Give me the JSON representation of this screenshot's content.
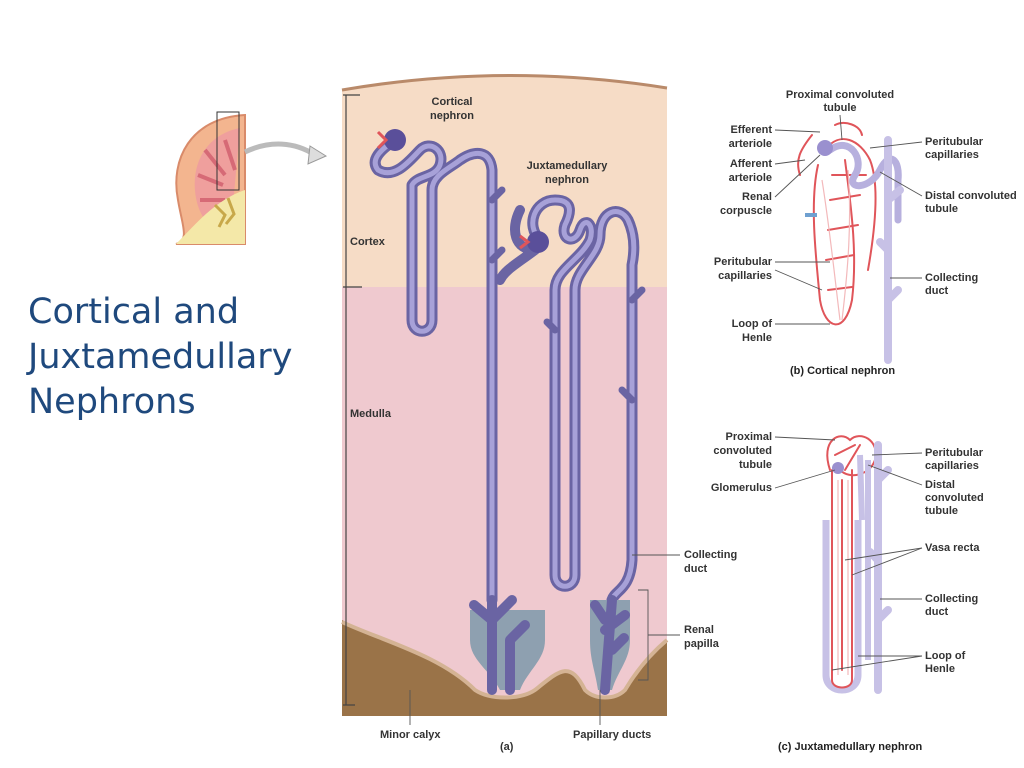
{
  "slide": {
    "title_lines": [
      "Cortical and",
      "Juxtamedullary",
      "Nephrons"
    ]
  },
  "figure_a": {
    "labels": {
      "cortical_nephron": [
        "Cortical",
        "nephron"
      ],
      "juxtamedullary_nephron": [
        "Juxtamedullary",
        "nephron"
      ],
      "cortex": "Cortex",
      "medulla": "Medulla",
      "collecting_duct": [
        "Collecting",
        "duct"
      ],
      "renal_papilla": [
        "Renal",
        "papilla"
      ],
      "minor_calyx": "Minor calyx",
      "papillary_ducts": "Papillary ducts",
      "panel": "(a)"
    }
  },
  "figure_b": {
    "labels": {
      "proximal_convoluted_tubule": [
        "Proximal convoluted",
        "tubule"
      ],
      "efferent_arteriole": [
        "Efferent",
        "arteriole"
      ],
      "afferent_arteriole": [
        "Afferent",
        "arteriole"
      ],
      "renal_corpuscle": [
        "Renal",
        "corpuscle"
      ],
      "peritubular_capillaries_right": [
        "Peritubular",
        "capillaries"
      ],
      "distal_convoluted_tubule": [
        "Distal convoluted",
        "tubule"
      ],
      "peritubular_capillaries_left": [
        "Peritubular",
        "capillaries"
      ],
      "collecting_duct": [
        "Collecting",
        "duct"
      ],
      "loop_of_henle": [
        "Loop of",
        "Henle"
      ]
    },
    "caption": "(b) Cortical nephron"
  },
  "figure_c": {
    "labels": {
      "proximal_convoluted_tubule": [
        "Proximal",
        "convoluted",
        "tubule"
      ],
      "glomerulus": "Glomerulus",
      "peritubular_capillaries": [
        "Peritubular",
        "capillaries"
      ],
      "distal_convoluted_tubule": [
        "Distal",
        "convoluted",
        "tubule"
      ],
      "vasa_recta": "Vasa recta",
      "collecting_duct": [
        "Collecting",
        "duct"
      ],
      "loop_of_henle": [
        "Loop of",
        "Henle"
      ]
    },
    "caption": "(c) Juxtamedullary nephron"
  },
  "colors": {
    "title": "#1f497d",
    "cortex": "#f6dcc6",
    "medulla": "#efc9cf",
    "calyx": "#9a7348",
    "tubule": "#6a64a3",
    "capillary": "#e0555a"
  }
}
